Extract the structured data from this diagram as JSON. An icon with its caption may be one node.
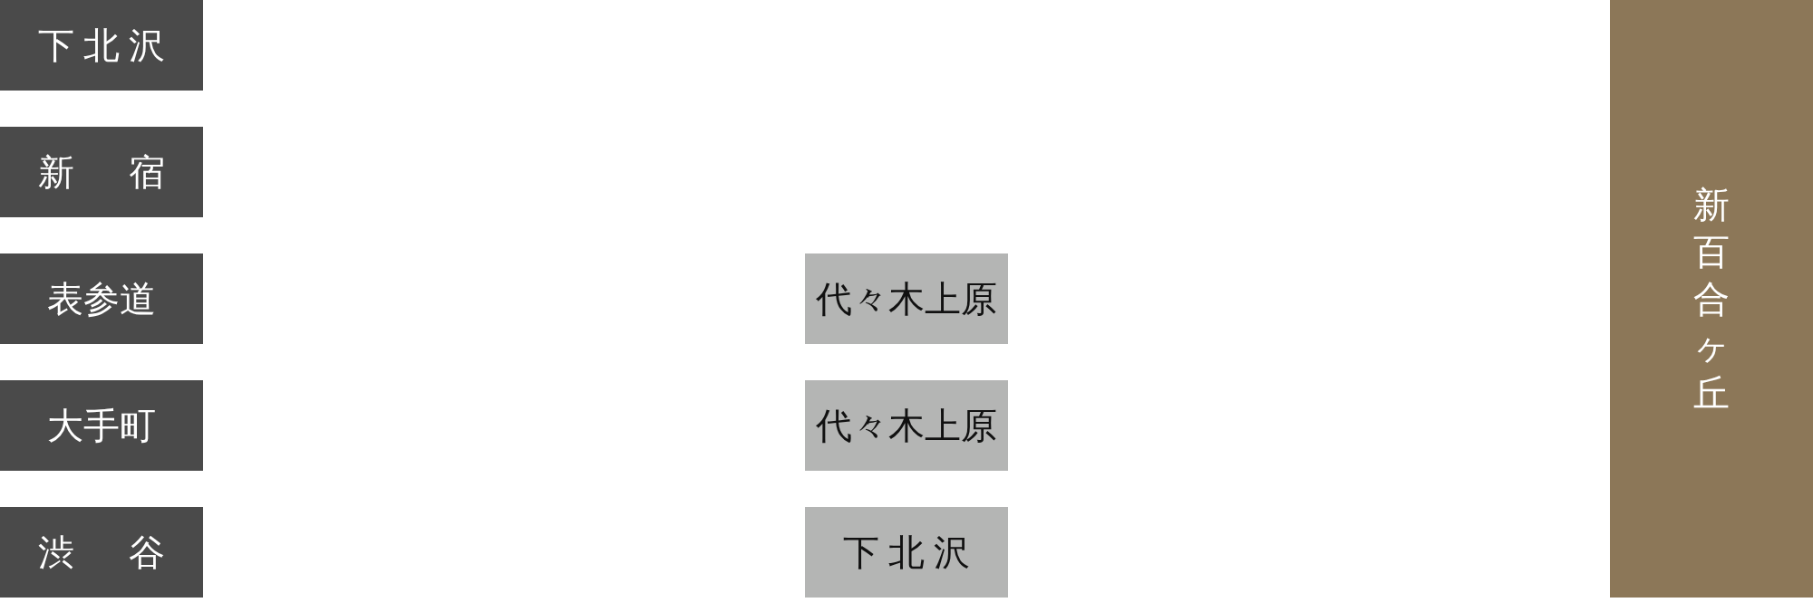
{
  "diagram": {
    "nodes": [
      {
        "text": [
          "下北沢"
        ]
      },
      {
        "text": [
          "新宿"
        ]
      },
      {
        "text": [
          "表参道"
        ]
      },
      {
        "text": [
          "大手町"
        ]
      },
      {
        "text": [
          "渋谷"
        ]
      },
      {
        "text": [
          "代々木上原"
        ]
      },
      {
        "text": [
          "代々木上原"
        ]
      },
      {
        "text": [
          "下北沢"
        ]
      },
      {
        "text": [
          "新百合ヶ丘"
        ]
      }
    ]
  }
}
